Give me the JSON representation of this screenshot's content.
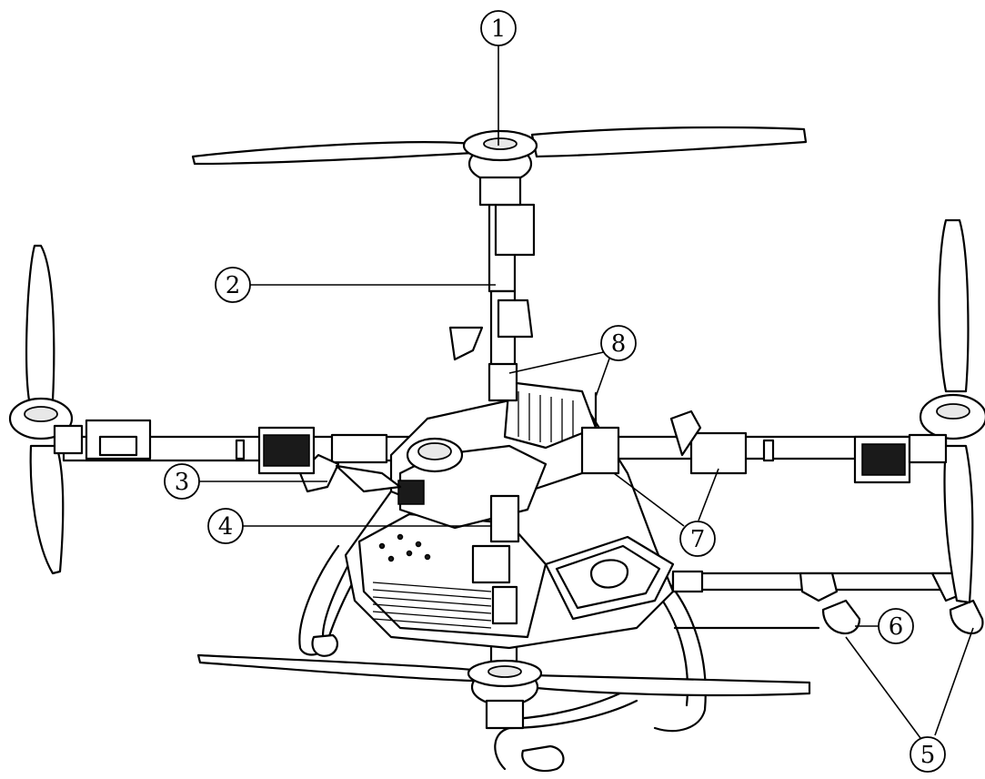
{
  "callouts": [
    {
      "id": "c1",
      "label": "①"
    },
    {
      "id": "c2",
      "label": "②"
    },
    {
      "id": "c3",
      "label": "③"
    },
    {
      "id": "c4",
      "label": "④"
    },
    {
      "id": "c5",
      "label": "⑤"
    },
    {
      "id": "c6",
      "label": "⑥"
    },
    {
      "id": "c7",
      "label": "⑦"
    },
    {
      "id": "c8",
      "label": "⑧"
    }
  ]
}
